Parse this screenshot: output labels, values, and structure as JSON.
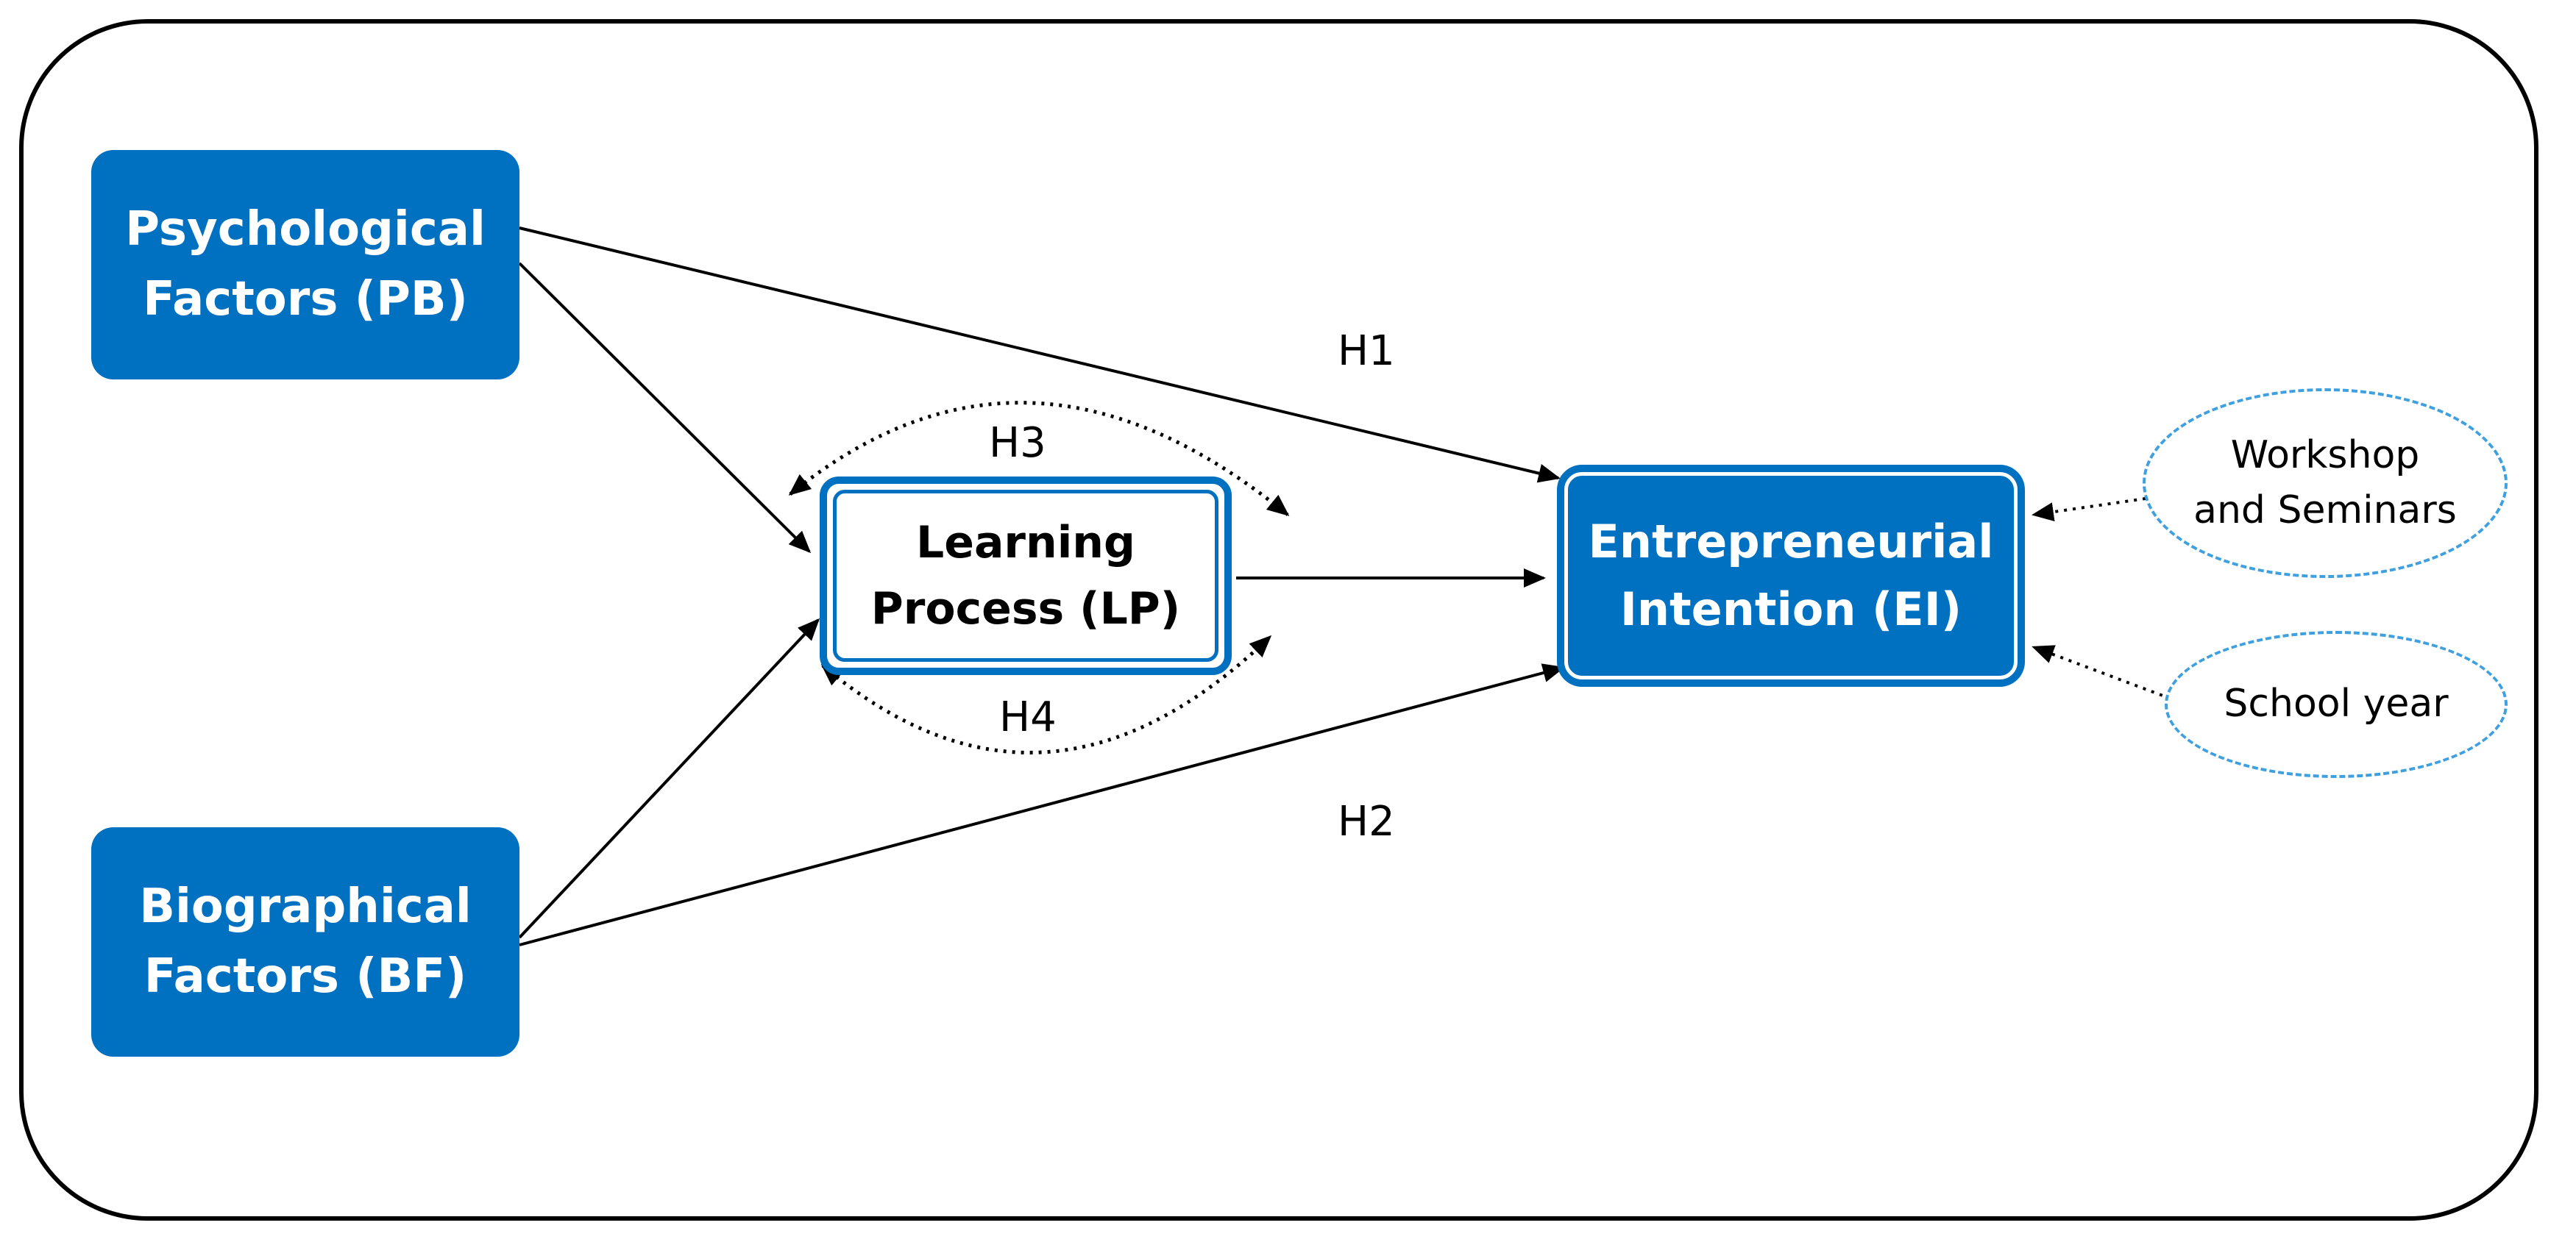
{
  "nodes": {
    "psychological": {
      "line1": "Psychological",
      "line2": "Factors (PB)"
    },
    "biographical": {
      "line1": "Biographical",
      "line2": "Factors (BF)"
    },
    "learning": {
      "line1": "Learning",
      "line2": "Process (LP)"
    },
    "entrepreneurial": {
      "line1": "Entrepreneurial",
      "line2": "Intention (EI)"
    },
    "workshop": {
      "line1": "Workshop",
      "line2": "and Seminars"
    },
    "school_year": {
      "label": "School year"
    }
  },
  "hypotheses": {
    "h1": "H1",
    "h2": "H2",
    "h3": "H3",
    "h4": "H4"
  },
  "colors": {
    "primary_blue": "#0070C0",
    "dashed_outline": "#3FA0E0",
    "frame": "#000000",
    "arrow": "#000000"
  }
}
